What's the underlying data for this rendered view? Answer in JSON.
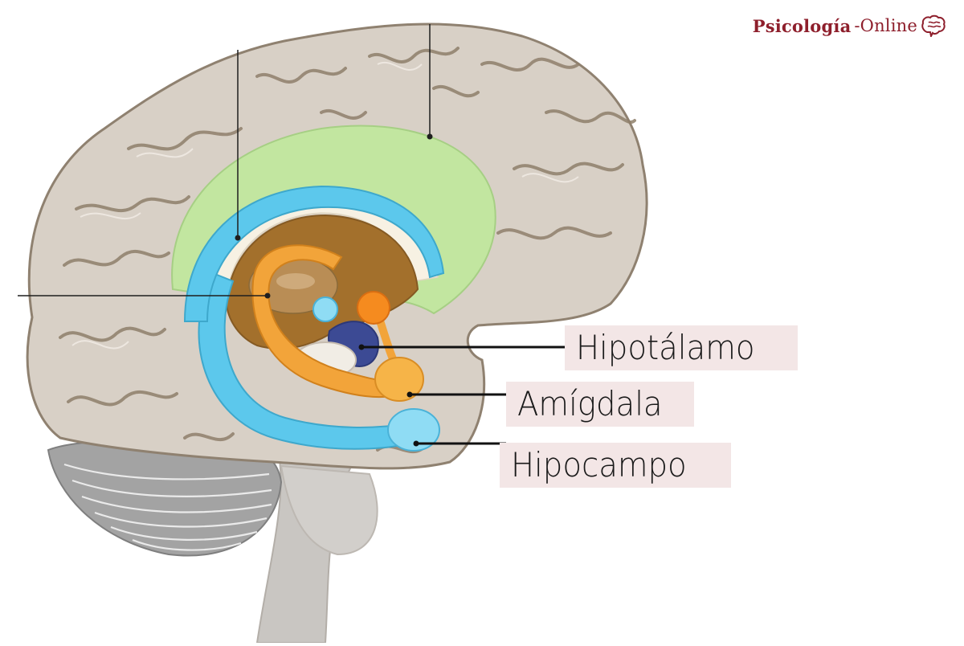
{
  "logo": {
    "brand": "Psicología",
    "suffix": "-Online",
    "icon": "brain-icon",
    "color": "#8e1f2c"
  },
  "labels": {
    "hypothalamus": "Hipotálamo",
    "amygdala": "Amígdala",
    "hippocampus": "Hipocampo"
  },
  "colors": {
    "cortex": "#d8d0c6",
    "cortex_outline": "#8f8170",
    "cingulate": "#c2e6a0",
    "fornix": "#5cc8ec",
    "thalamus": "#a3702c",
    "amygdala": "#f2a43a",
    "hypothalamus": "#3c4a94",
    "cerebellum": "#a8a8a8",
    "brainstem": "#c9c6c2",
    "label_bg": "#f3e6e6"
  }
}
